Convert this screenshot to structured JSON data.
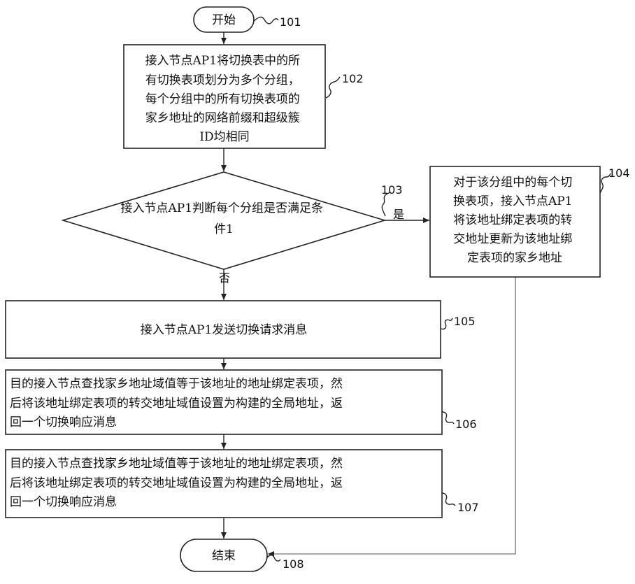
{
  "nodes": {
    "start": {
      "text": "开始",
      "ref": "101"
    },
    "s102": {
      "lines": [
        "接入节点AP1将切换表中的所",
        "有切换表项划分为多个分组，",
        "每个分组中的所有切换表项的",
        "家乡地址的网络前缀和超级簇",
        "ID均相同"
      ],
      "ref": "102"
    },
    "d103": {
      "lines": [
        "接入节点AP1判断每个分组是否满足条",
        "件1"
      ],
      "ref": "103",
      "yes": "是",
      "no": "否"
    },
    "s104": {
      "lines": [
        "对于该分组中的每个切",
        "换表项，接入节点AP1",
        "将该地址绑定表项的转",
        "交地址更新为该地址绑",
        "定表项的家乡地址"
      ],
      "ref": "104"
    },
    "s105": {
      "lines": [
        "接入节点AP1发送切换请求消息"
      ],
      "ref": "105"
    },
    "s106": {
      "lines": [
        "目的接入节点查找家乡地址域值等于该地址的地址绑定表项，然",
        "后将该地址绑定表项的转交地址域值设置为构建的全局地址，返",
        "回一个切换响应消息"
      ],
      "ref": "106"
    },
    "s107": {
      "lines": [
        "目的接入节点查找家乡地址域值等于该地址的地址绑定表项，然",
        "后将该地址绑定表项的转交地址域值设置为构建的全局地址，返",
        "回一个切换响应消息"
      ],
      "ref": "107"
    },
    "end": {
      "text": "结束",
      "ref": "108"
    }
  }
}
